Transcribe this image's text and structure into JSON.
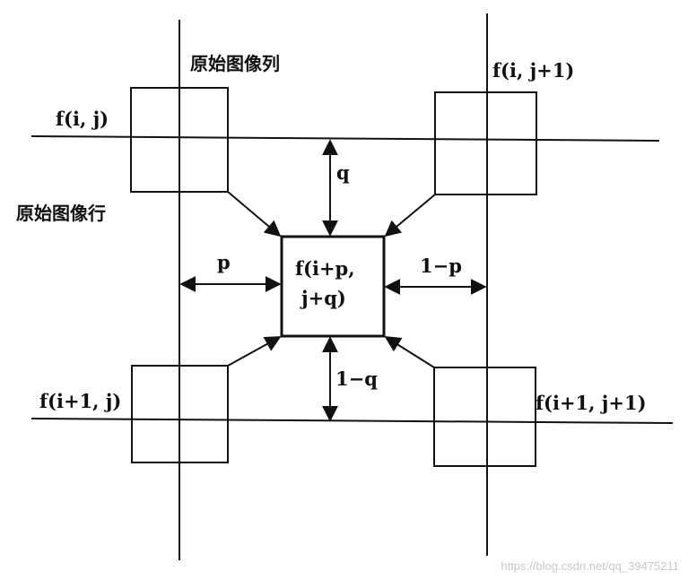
{
  "labels": {
    "column_title": "原始图像列",
    "row_title": "原始图像行",
    "top_left": "f(i, j)",
    "top_right": "f(i, j+1)",
    "bottom_left": "f(i+1, j)",
    "bottom_right": "f(i+1, j+1)",
    "center_line1": "f(i+p,",
    "center_line2": "j+q)",
    "p": "p",
    "one_minus_p": "1−p",
    "q": "q",
    "one_minus_q": "1−q"
  },
  "watermark": "https://blog.csdn.net/qq_39475211",
  "colors": {
    "ink": "#111111",
    "background": "#ffffff",
    "watermark": "#c8c8c8"
  }
}
